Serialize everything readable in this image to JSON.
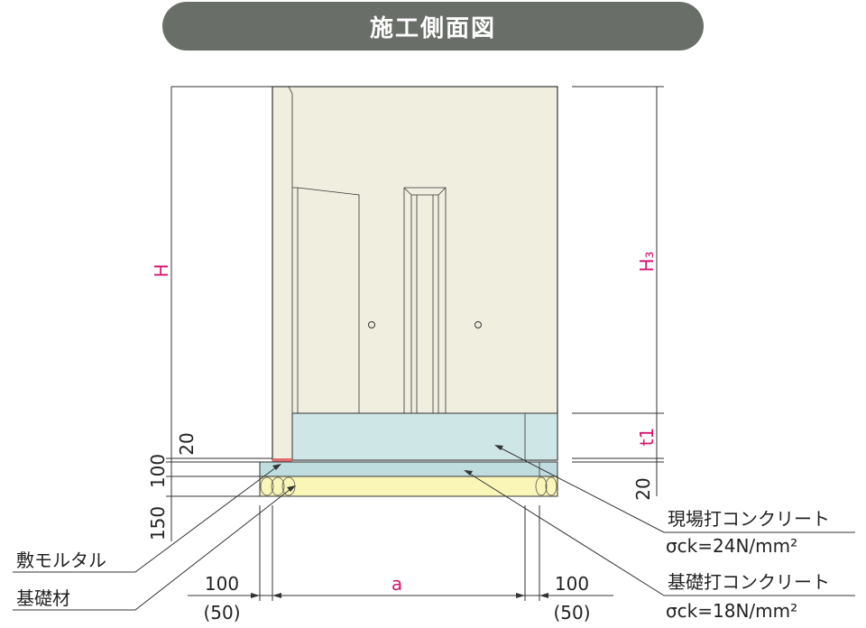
{
  "title": "施工側面図",
  "labels": {
    "H": "H",
    "H3": "H₃",
    "t1": "t1",
    "dim_20_left": "20",
    "dim_100_left": "100",
    "dim_150_left": "150",
    "dim_20_right": "20",
    "dim_a": "a",
    "dim_100_bl": "100",
    "dim_50_bl": "(50)",
    "dim_100_br": "100",
    "dim_50_br": "(50)",
    "shiki_mortar": "敷モルタル",
    "kiso_zai": "基礎材",
    "genba_concrete": "現場打コンクリート",
    "genba_strength": "σck=24N/mm²",
    "kiso_concrete": "基礎打コンクリート",
    "kiso_strength": "σck=18N/mm²"
  },
  "colors": {
    "banner": "#6a6e68",
    "wall": "#f0eedf",
    "concrete_cast": "#cfe6e6",
    "concrete_base": "#bfdcdf",
    "mortar": "#e06b6b",
    "foundation": "#faf6b8",
    "accent": "#d4146e"
  }
}
